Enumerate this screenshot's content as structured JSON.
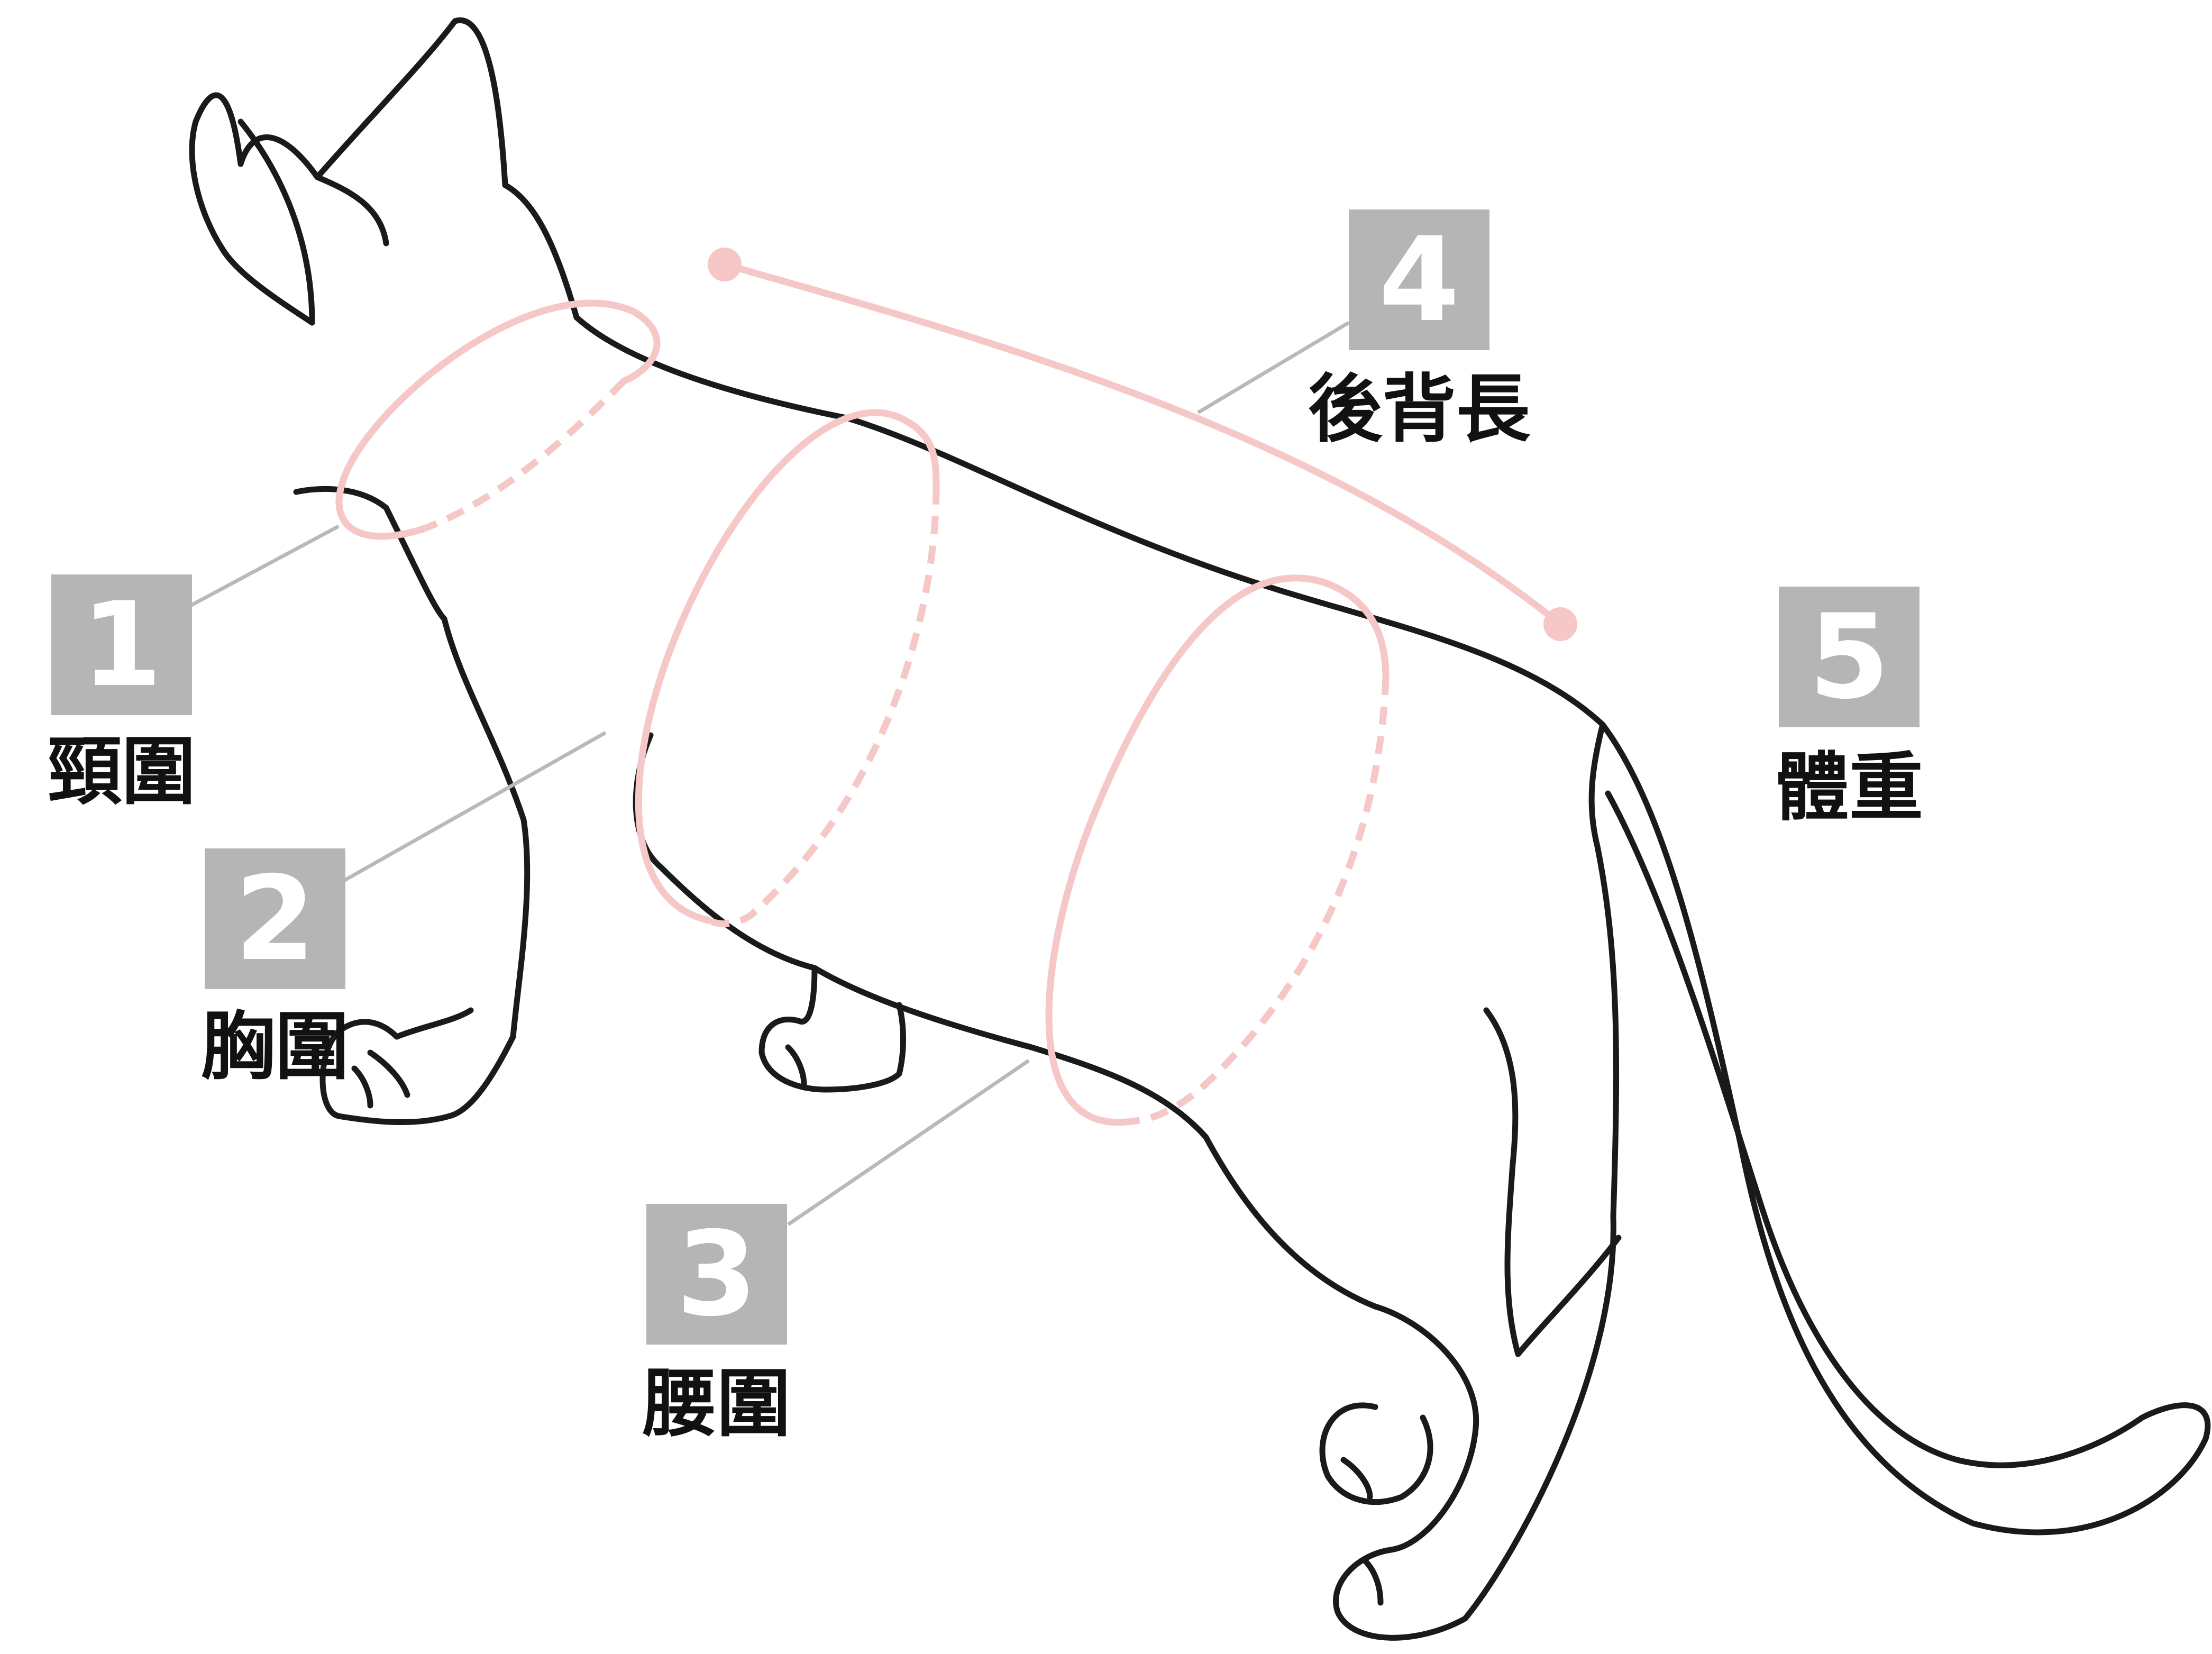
{
  "measurements": [
    {
      "number": "1",
      "label": "頸圍"
    },
    {
      "number": "2",
      "label": "胸圍"
    },
    {
      "number": "3",
      "label": "腰圍"
    },
    {
      "number": "4",
      "label": "後背長"
    },
    {
      "number": "5",
      "label": "體重"
    }
  ],
  "colors": {
    "outline": "#1a1a1a",
    "measure_line": "#f6c7c7",
    "badge": "#b5b5b5",
    "leader": "#b9b9b9"
  }
}
